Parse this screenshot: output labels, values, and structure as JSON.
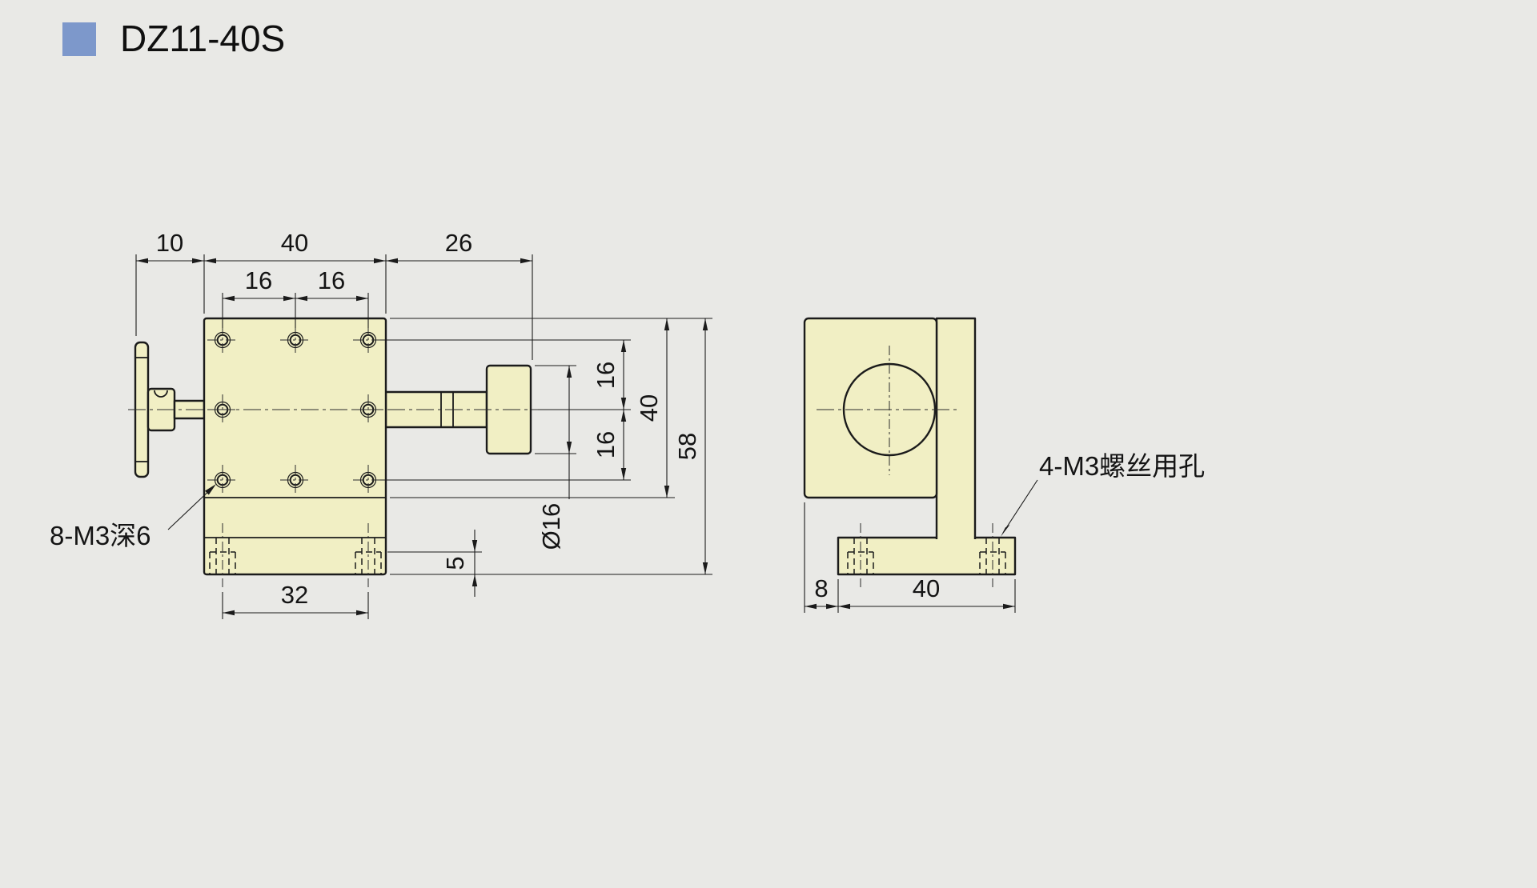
{
  "meta": {
    "product_code": "DZ11-40S"
  },
  "colors": {
    "background": "#e9e9e6",
    "accent": "#7d98cb",
    "part_fill": "#f1efc4",
    "line": "#1b1b1b"
  },
  "front_view": {
    "dim_10": "10",
    "dim_40_top": "40",
    "dim_26": "26",
    "dim_16_col_left": "16",
    "dim_16_col_right": "16",
    "dim_16_row_top": "16",
    "dim_16_row_bottom": "16",
    "dim_40_height": "40",
    "dim_58": "58",
    "dim_dia16": "Ø16",
    "dim_5": "5",
    "dim_32": "32",
    "label_thread_holes": "8-M3深6"
  },
  "side_view": {
    "dim_8": "8",
    "dim_40_base": "40",
    "label_screw_holes": "4-M3螺丝用孔"
  }
}
